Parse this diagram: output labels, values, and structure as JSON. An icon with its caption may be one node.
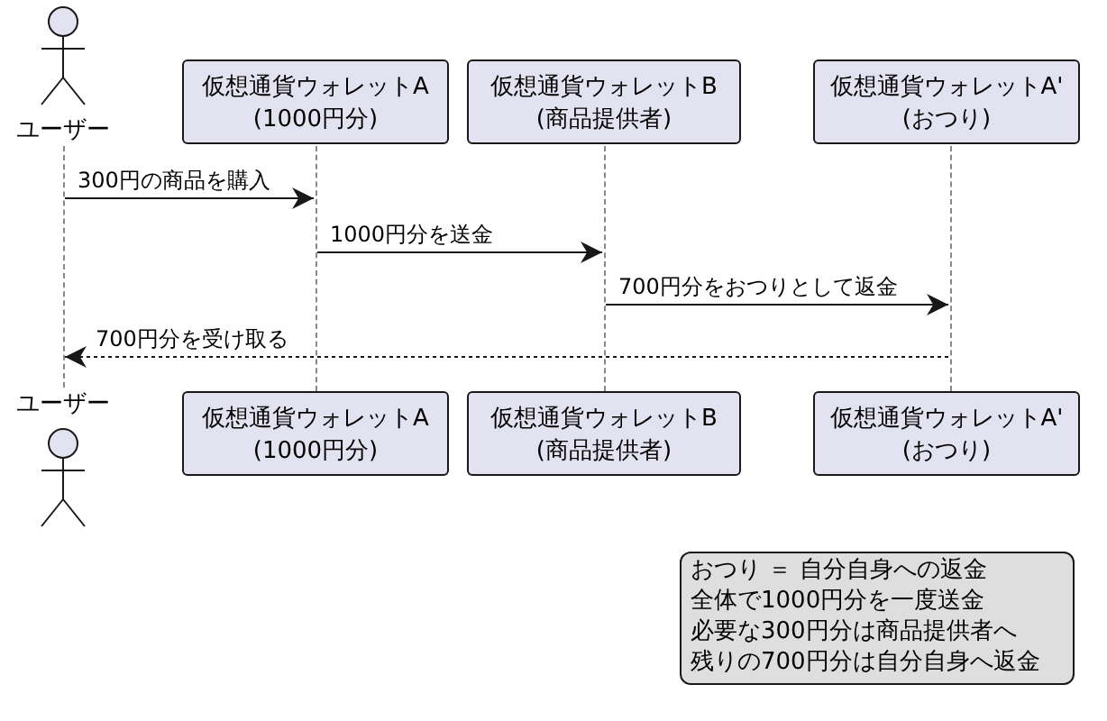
{
  "diagram": {
    "nodes": [
      {
        "text": [
          "ユーザー"
        ]
      },
      {
        "text": [
          "仮想通貨ウォレットA (1000円分)"
        ]
      },
      {
        "text": [
          "仮想通貨ウォレットB (商品提供者)"
        ]
      },
      {
        "text": [
          "仮想通貨ウォレットA' (おつり)"
        ]
      },
      {
        "text": [
          "ユーザー"
        ]
      },
      {
        "text": [
          "仮想通貨ウォレットA (1000円分)"
        ]
      },
      {
        "text": [
          "仮想通貨ウォレットB (商品提供者)"
        ]
      },
      {
        "text": [
          "仮想通貨ウォレットA' (おつり)"
        ]
      },
      {
        "text": [
          "おつり ＝ 自分自身への返金",
          "全体で1000円分を一度送金",
          "必要な300円分は商品提供者へ",
          "残りの700円分は自分自身へ返金"
        ]
      },
      {
        "text": [],
        "shape": "line"
      },
      {
        "text": [],
        "shape": "line"
      },
      {
        "text": [],
        "shape": "line"
      },
      {
        "text": [],
        "shape": "line"
      }
    ],
    "edges": [
      {
        "from": 9,
        "to": 10,
        "arrow": "to",
        "label": "300円の商品を購入"
      },
      {
        "from": 10,
        "to": 11,
        "arrow": "to",
        "label": "1000円分を送金"
      },
      {
        "from": 11,
        "to": 12,
        "arrow": "to",
        "label": "700円分をおつりとして返金"
      },
      {
        "from": 12,
        "to": 9,
        "arrow": "to",
        "label": "700円分を受け取る",
        "style": "dashed"
      }
    ]
  }
}
